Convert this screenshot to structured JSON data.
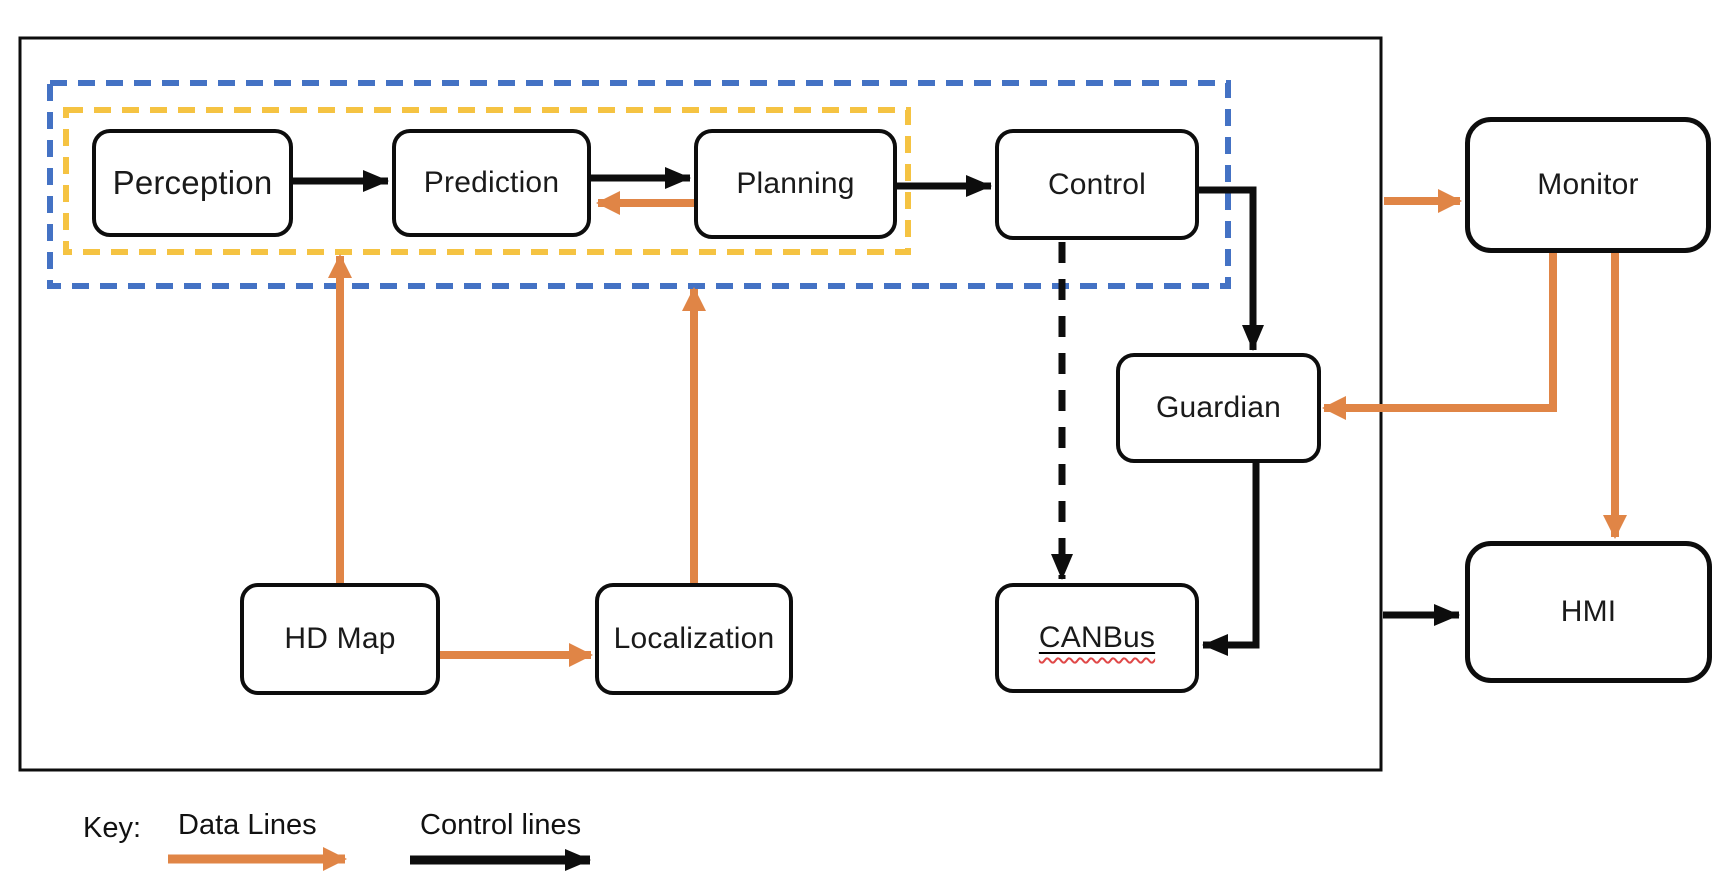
{
  "colors": {
    "data_line": "#E08546",
    "control_line": "#0d0d0d",
    "group_outer_blue": "#4472C4",
    "group_inner_yellow": "#F5C342",
    "squiggle_red": "#E04848",
    "box_border": "#0d0d0d"
  },
  "nodes": {
    "perception": {
      "label": "Perception"
    },
    "prediction": {
      "label": "Prediction"
    },
    "planning": {
      "label": "Planning"
    },
    "control": {
      "label": "Control"
    },
    "monitor": {
      "label": "Monitor"
    },
    "guardian": {
      "label": "Guardian"
    },
    "hd_map": {
      "label": "HD Map"
    },
    "localization": {
      "label": "Localization"
    },
    "canbus": {
      "label": "CANBus"
    },
    "hmi": {
      "label": "HMI"
    }
  },
  "edges": [
    {
      "from": "perception",
      "to": "prediction",
      "type": "control"
    },
    {
      "from": "prediction",
      "to": "planning",
      "type": "control"
    },
    {
      "from": "planning",
      "to": "prediction",
      "type": "data"
    },
    {
      "from": "planning",
      "to": "control",
      "type": "control"
    },
    {
      "from": "control",
      "to": "guardian",
      "type": "control"
    },
    {
      "from": "control",
      "to": "canbus",
      "type": "control",
      "style": "dashed"
    },
    {
      "from": "guardian",
      "to": "canbus",
      "type": "control"
    },
    {
      "from": "hd_map",
      "to": "module_group",
      "type": "data"
    },
    {
      "from": "hd_map",
      "to": "localization",
      "type": "data"
    },
    {
      "from": "localization",
      "to": "module_group",
      "type": "data"
    },
    {
      "from": "system_boundary",
      "to": "monitor",
      "type": "data"
    },
    {
      "from": "monitor",
      "to": "guardian",
      "type": "data"
    },
    {
      "from": "monitor",
      "to": "hmi",
      "type": "data"
    },
    {
      "from": "system_boundary",
      "to": "hmi",
      "type": "control"
    }
  ],
  "legend": {
    "key_label": "Key:",
    "data_lines_label": "Data Lines",
    "control_lines_label": "Control lines"
  }
}
